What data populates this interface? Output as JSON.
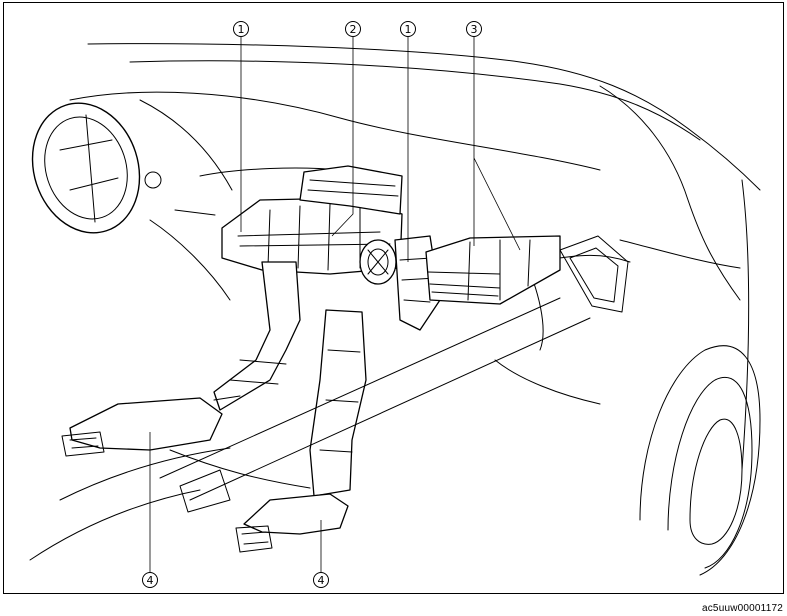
{
  "callouts": {
    "c1a": "1",
    "c2": "2",
    "c1b": "1",
    "c3": "3",
    "c4a": "4",
    "c4b": "4"
  },
  "figure_id": "ac5uuw00001172"
}
